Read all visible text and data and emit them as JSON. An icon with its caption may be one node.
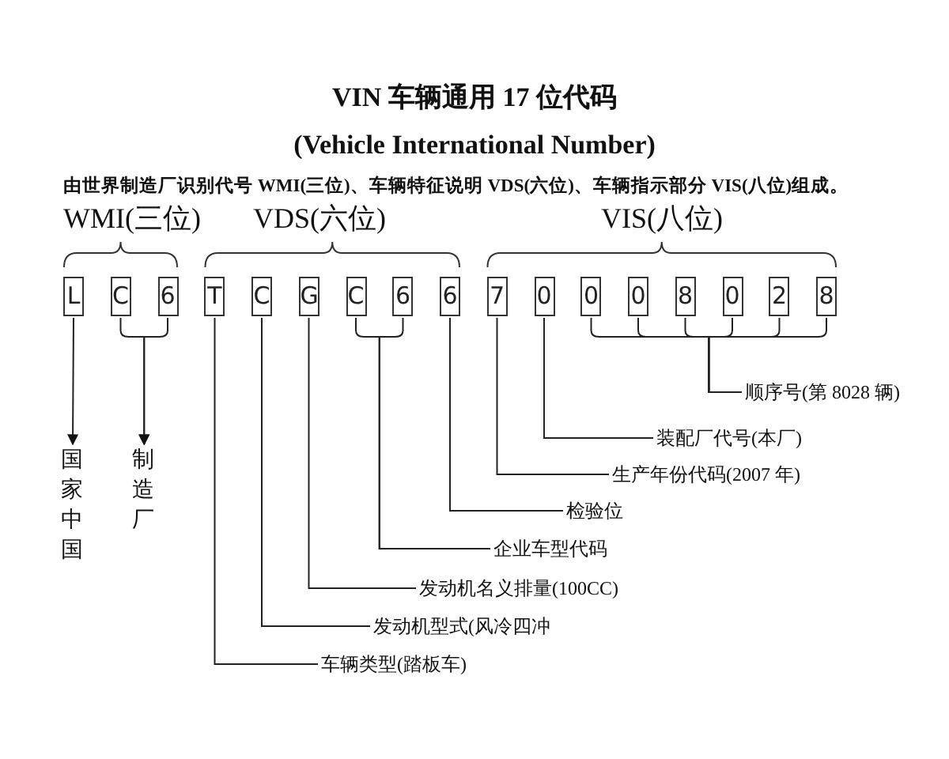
{
  "diagram": {
    "title": "VIN 车辆通用 17 位代码",
    "nodes": [
      {
        "text": [
          "L"
        ]
      },
      {
        "text": [
          "C"
        ]
      },
      {
        "text": [
          "6"
        ]
      },
      {
        "text": [
          "T"
        ]
      },
      {
        "text": [
          "C"
        ]
      },
      {
        "text": [
          "G"
        ]
      },
      {
        "text": [
          "C"
        ]
      },
      {
        "text": [
          "6"
        ]
      },
      {
        "text": [
          "6"
        ]
      },
      {
        "text": [
          "7"
        ]
      },
      {
        "text": [
          "0"
        ]
      },
      {
        "text": [
          "0"
        ]
      },
      {
        "text": [
          "0"
        ]
      },
      {
        "text": [
          "8"
        ]
      },
      {
        "text": [
          "0"
        ]
      },
      {
        "text": [
          "2"
        ]
      },
      {
        "text": [
          "8"
        ]
      },
      {
        "text": [
          "国家中国"
        ]
      },
      {
        "text": [
          "制造厂"
        ]
      },
      {
        "text": [
          "顺序号(第 8028 辆)"
        ]
      },
      {
        "text": [
          "装配厂代号(本厂)"
        ]
      },
      {
        "text": [
          "生产年份代码(2007 年)"
        ]
      },
      {
        "text": [
          "检验位"
        ]
      },
      {
        "text": [
          "企业车型代码"
        ]
      },
      {
        "text": [
          "发动机名义排量(100CC)"
        ]
      },
      {
        "text": [
          "发动机型式(风冷四冲"
        ]
      },
      {
        "text": [
          "车辆类型(踏板车)"
        ]
      }
    ],
    "edges": [
      {
        "from": 0,
        "to": 17,
        "arrow": "to"
      },
      {
        "from": 1,
        "to": 18,
        "arrow": "to"
      },
      {
        "from": 2,
        "to": 18,
        "arrow": "to"
      },
      {
        "from": 11,
        "to": 19,
        "arrow": "none"
      },
      {
        "from": 12,
        "to": 19,
        "arrow": "none"
      },
      {
        "from": 13,
        "to": 19,
        "arrow": "none"
      },
      {
        "from": 14,
        "to": 19,
        "arrow": "none"
      },
      {
        "from": 15,
        "to": 19,
        "arrow": "none"
      },
      {
        "from": 16,
        "to": 19,
        "arrow": "none"
      },
      {
        "from": 10,
        "to": 20,
        "arrow": "none"
      },
      {
        "from": 9,
        "to": 21,
        "arrow": "none"
      },
      {
        "from": 8,
        "to": 22,
        "arrow": "none"
      },
      {
        "from": 6,
        "to": 23,
        "arrow": "none"
      },
      {
        "from": 7,
        "to": 23,
        "arrow": "none"
      },
      {
        "from": 5,
        "to": 24,
        "arrow": "none"
      },
      {
        "from": 4,
        "to": 25,
        "arrow": "none"
      },
      {
        "from": 3,
        "to": 26,
        "arrow": "none"
      }
    ],
    "labels": [
      "(Vehicle International Number)",
      "由世界制造厂识别代号 WMI(三位)、车辆特征说明 VDS(六位)、车辆指示部分 VIS(八位)组成。",
      "WMI(三位)",
      "VDS(六位)",
      "VIS(八位)"
    ]
  }
}
